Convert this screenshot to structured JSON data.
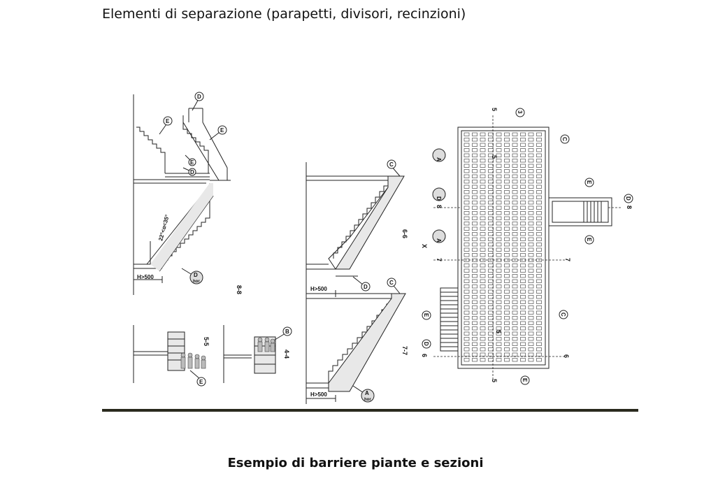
{
  "header": {
    "title": "Elementi di separazione (parapetti, divisori, recinzioni)"
  },
  "caption": "Esempio di barriere piante e sezioni",
  "labels": {
    "section_88": "8-8",
    "section_66": "6-6",
    "section_77": "7-7",
    "section_55": "5-5",
    "section_44": "4-4",
    "angle": "22°<α<35°",
    "height_1": "H>500",
    "height_2": "H>500",
    "height_3": "H>500",
    "x_mark": "X",
    "marker_a": "A",
    "marker_b": "B",
    "marker_c": "C",
    "marker_d": "D",
    "marker_e": "E",
    "marker_sub": "hor",
    "cut_5": "5",
    "cut_6": "6",
    "cut_7": "7",
    "cut_8": "8",
    "cut_3": "3"
  }
}
